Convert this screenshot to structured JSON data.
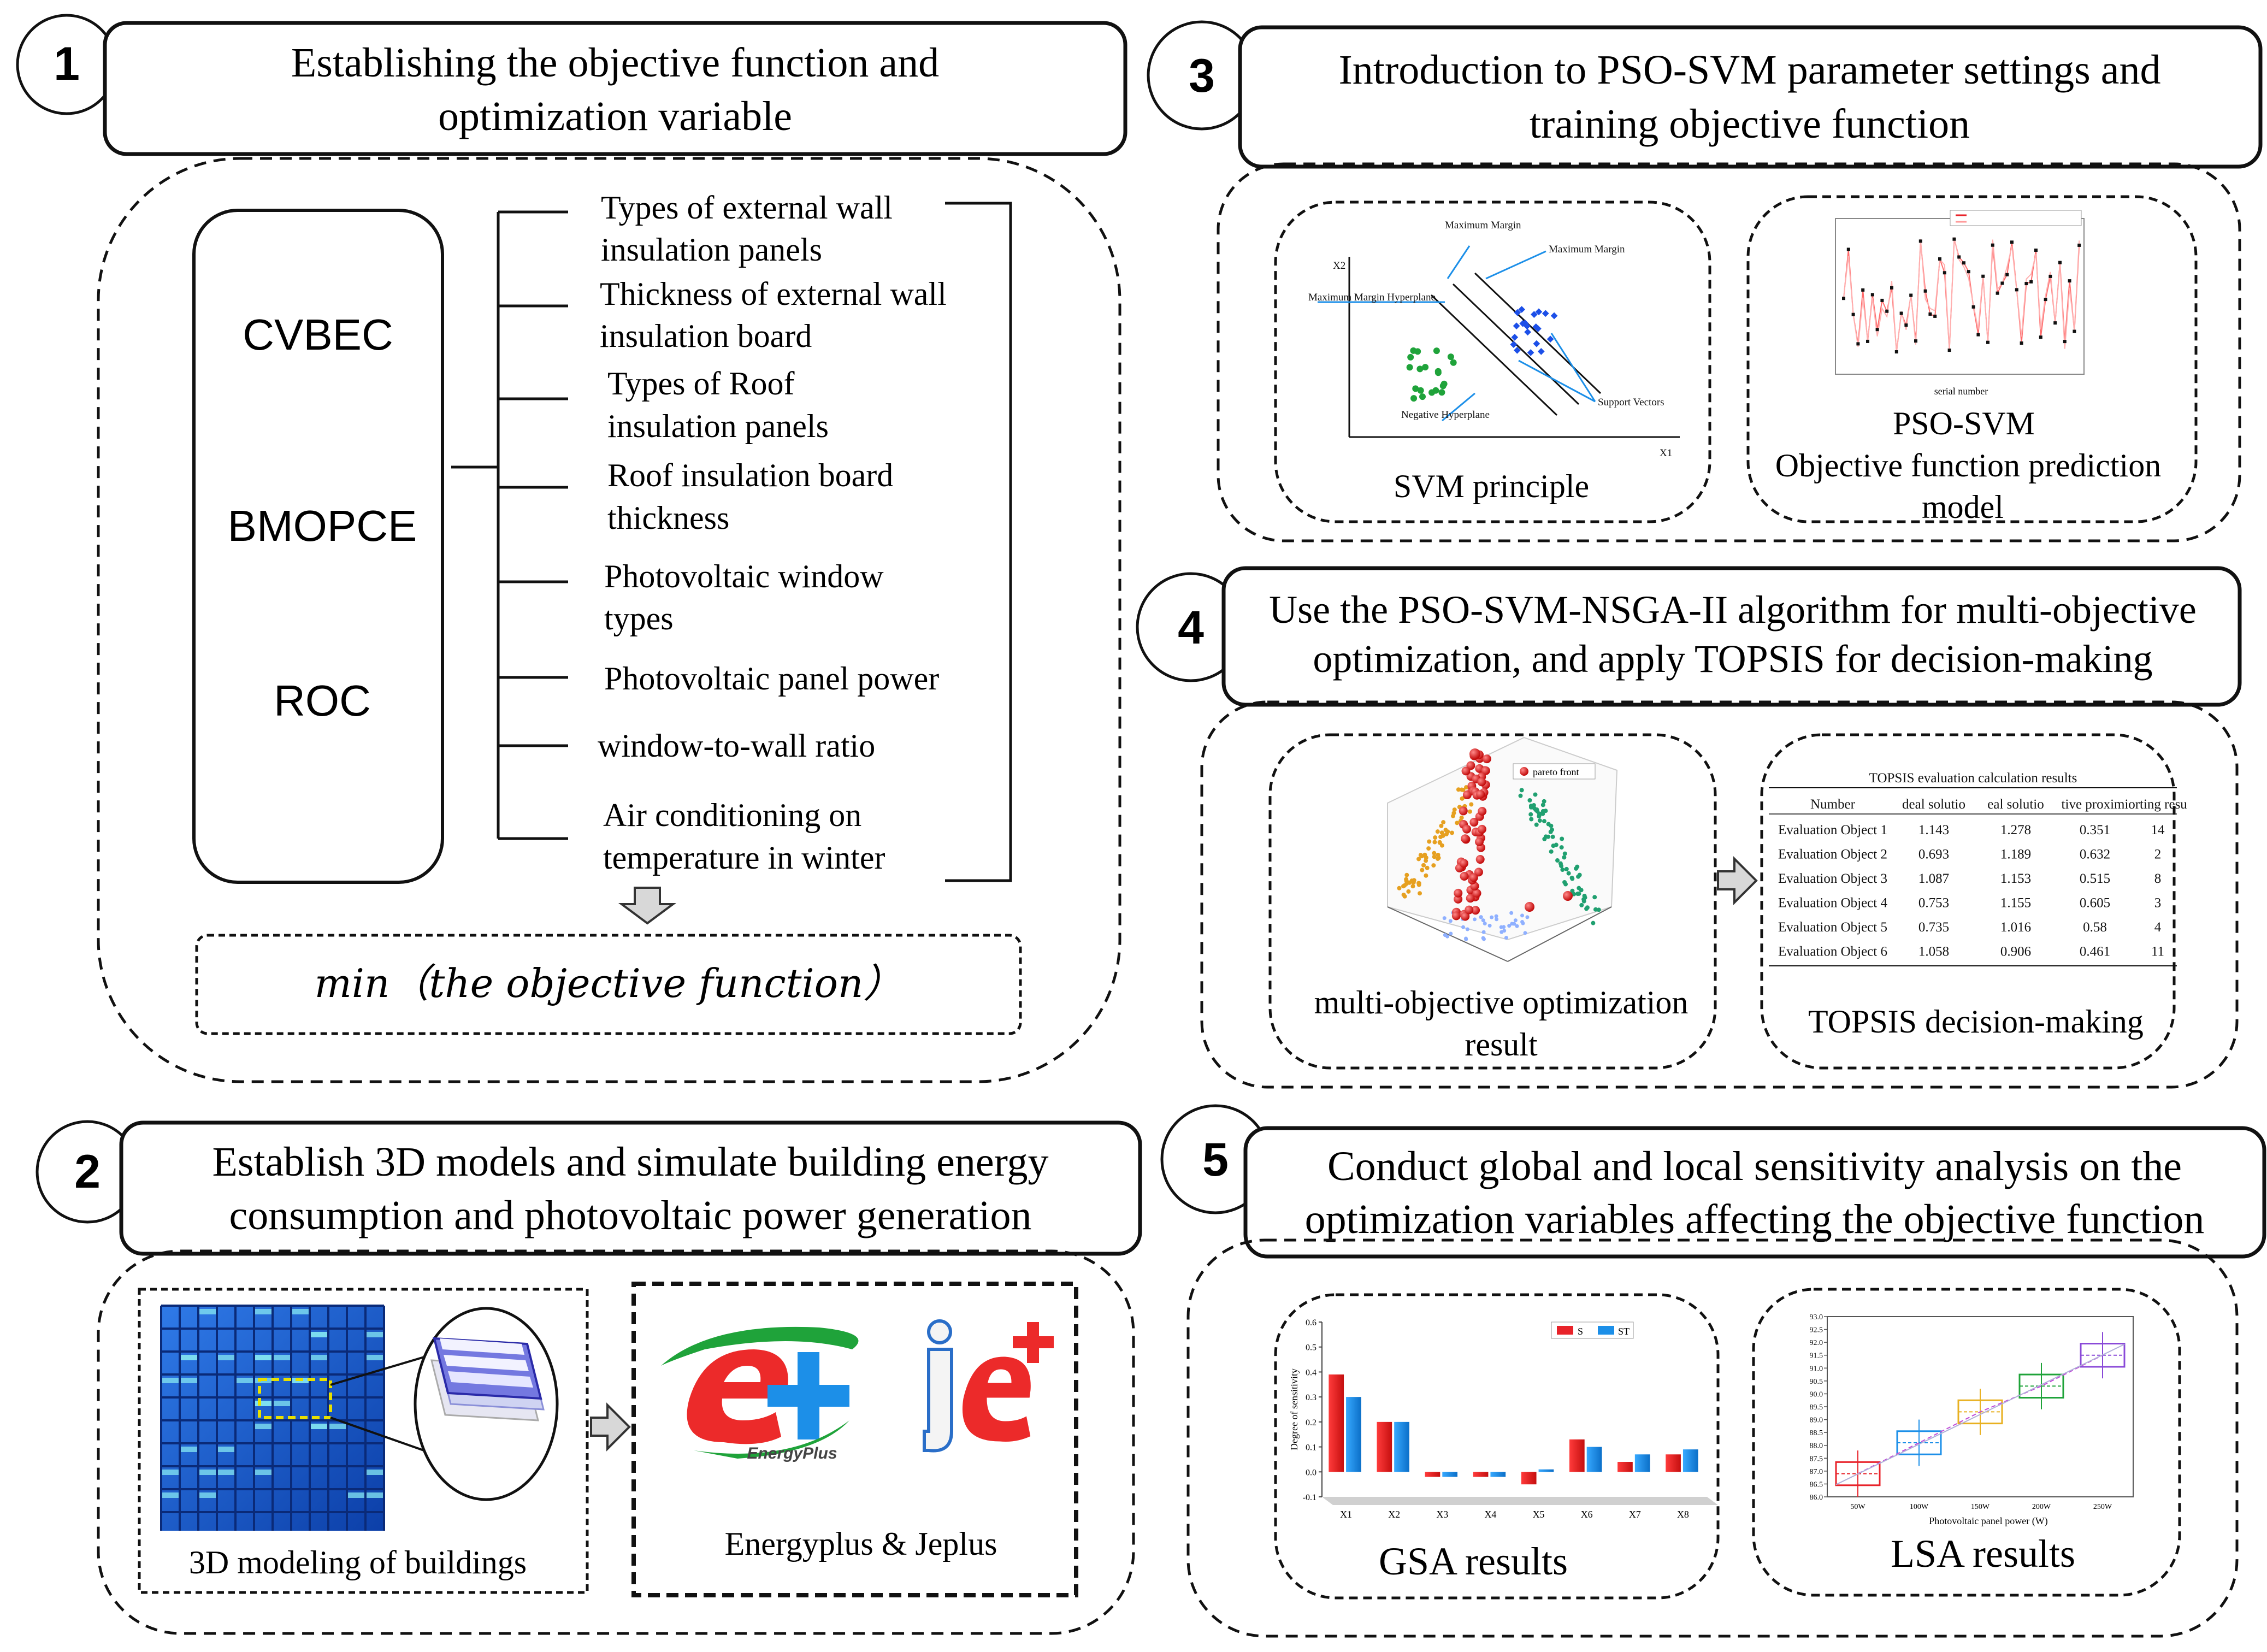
{
  "step1": {
    "number": "1",
    "title_line1": "Establishing the objective function and",
    "title_line2": "optimization variable",
    "objectives": [
      "CVBEC",
      "BMOPCE",
      "ROC"
    ],
    "variables": [
      [
        "Types of external wall",
        "insulation panels"
      ],
      [
        "Thickness of external wall",
        "insulation board"
      ],
      [
        "Types of Roof",
        "insulation panels"
      ],
      [
        "Roof insulation board",
        "thickness"
      ],
      [
        "Photovoltaic window",
        "types"
      ],
      [
        "Photovoltaic panel power"
      ],
      [
        "window-to-wall ratio"
      ],
      [
        "Air conditioning on",
        "temperature in winter"
      ]
    ],
    "min_label": "min（the objective function）"
  },
  "step2": {
    "number": "2",
    "title_line1": "Establish 3D models and simulate building energy",
    "title_line2": "consumption and photovoltaic power generation",
    "model_caption": "3D modeling of buildings",
    "tools_caption": "Energyplus & Jeplus",
    "energyplus_logo_text": "EnergyPlus"
  },
  "step3": {
    "number": "3",
    "title_line1": "Introduction to PSO-SVM parameter settings and",
    "title_line2": "training objective function",
    "svm_caption": "SVM principle",
    "svm_labels": {
      "max_margin_top": "Maximum Margin",
      "max_margin_right": "Maximum Margin",
      "max_margin_hyperplane": "Maximum Margin Hyperplane",
      "negative_hyperplane": "Negative Hyperplane",
      "support_vectors": "Support Vectors",
      "x2": "X2",
      "x1": "X1"
    },
    "pso_caption_line1": "PSO-SVM",
    "pso_caption_line2": "Objective function prediction",
    "pso_caption_line3": "model",
    "pso_axis_x": "serial number"
  },
  "step4": {
    "number": "4",
    "title_line1": "Use the PSO-SVM-NSGA-II algorithm for multi-objective",
    "title_line2": "optimization, and apply TOPSIS for decision-making",
    "mo_caption_line1": "multi-objective optimization",
    "mo_caption_line2": "result",
    "mo_legend": "pareto front",
    "topsis_caption": "TOPSIS decision-making",
    "topsis_table": {
      "title": "TOPSIS evaluation calculation results",
      "headers": [
        "Number",
        "deal solutio",
        "eal solutio",
        "tive proximi",
        "orting resu"
      ],
      "rows": [
        [
          "Evaluation Object 1",
          "1.143",
          "1.278",
          "0.351",
          "14"
        ],
        [
          "Evaluation Object 2",
          "0.693",
          "1.189",
          "0.632",
          "2"
        ],
        [
          "Evaluation Object 3",
          "1.087",
          "1.153",
          "0.515",
          "8"
        ],
        [
          "Evaluation Object 4",
          "0.753",
          "1.155",
          "0.605",
          "3"
        ],
        [
          "Evaluation Object 5",
          "0.735",
          "1.016",
          "0.58",
          "4"
        ],
        [
          "Evaluation Object 6",
          "1.058",
          "0.906",
          "0.461",
          "11"
        ]
      ]
    }
  },
  "step5": {
    "number": "5",
    "title_line1": "Conduct global and local sensitivity analysis on the",
    "title_line2": "optimization variables affecting the objective function",
    "gsa_caption": "GSA results",
    "lsa_caption": "LSA results",
    "gsa_ylabel": "Degree of sensitivity",
    "gsa_legend": [
      "S",
      "ST"
    ],
    "lsa_xlabel": "Photovoltaic panel power (W)"
  },
  "colors": {
    "red": "#e8232a",
    "blue": "#1c8fe8",
    "green": "#1fa33a",
    "building_blue": "#1656c8"
  },
  "chart_data": [
    {
      "type": "bar",
      "categories": [
        "X1",
        "X2",
        "X3",
        "X4",
        "X5",
        "X6",
        "X7",
        "X8"
      ],
      "series": [
        {
          "name": "S",
          "values": [
            0.39,
            0.2,
            -0.02,
            -0.02,
            -0.05,
            0.13,
            0.04,
            0.07
          ]
        },
        {
          "name": "ST",
          "values": [
            0.3,
            0.2,
            -0.02,
            -0.02,
            0.01,
            0.1,
            0.07,
            0.09
          ]
        }
      ],
      "ylabel": "Degree of sensitivity",
      "ylim": [
        -0.1,
        0.6
      ],
      "yticks": [
        "0.6",
        "0.5",
        "0.4",
        "0.3",
        "0.2",
        "0.1",
        "0.0",
        "-0.1"
      ]
    },
    {
      "type": "scatter",
      "categories": [
        "50W",
        "100W",
        "150W",
        "200W",
        "250W"
      ],
      "values": [
        86.9,
        88.1,
        89.3,
        90.3,
        91.5
      ],
      "xlabel": "Photovoltaic panel power (W)",
      "ylim": [
        86.0,
        93.0
      ],
      "yticks": [
        "93.0",
        "92.5",
        "92.0",
        "91.5",
        "91.0",
        "90.5",
        "90.0",
        "89.5",
        "89.0",
        "88.5",
        "88.0",
        "87.5",
        "87.0",
        "86.5",
        "86.0"
      ]
    }
  ]
}
